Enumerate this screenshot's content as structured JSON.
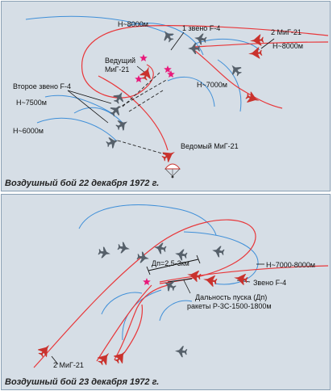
{
  "panels": {
    "p1": {
      "labels": {
        "h8000_top": "H~8000м",
        "flight1": "1 звено F-4",
        "mig_pair": "2 МиГ-21",
        "h8000_right": "H~8000м",
        "leader_line1": "Ведущий",
        "leader_line2": "МиГ-21",
        "h7000": "H~7000м",
        "flight2": "Второе звено F-4",
        "h7500": "H~7500м",
        "h6000": "H~6000м",
        "wingman": "Ведомый МиГ-21"
      },
      "caption": "Воздушный бой 22 декабря 1972 г."
    },
    "p2": {
      "labels": {
        "distance": "Дп=2,5-3км",
        "altitude": "H~7000-8000м",
        "flight": "Звено F-4",
        "range_line1": "Дальность пуска (Дп)",
        "range_line2": "ракеты Р-3С-1500-1800м",
        "mig_pair": "2 МиГ-21"
      },
      "caption": "Воздушный бой 23 декабря 1972 г."
    }
  },
  "colors": {
    "background": "#d6dee6",
    "mig_track": "#e8373a",
    "f4_track": "#3f8fd8",
    "mig_aircraft": "#c9322d",
    "f4_aircraft": "#56606a",
    "explosion": "#e8197a"
  }
}
